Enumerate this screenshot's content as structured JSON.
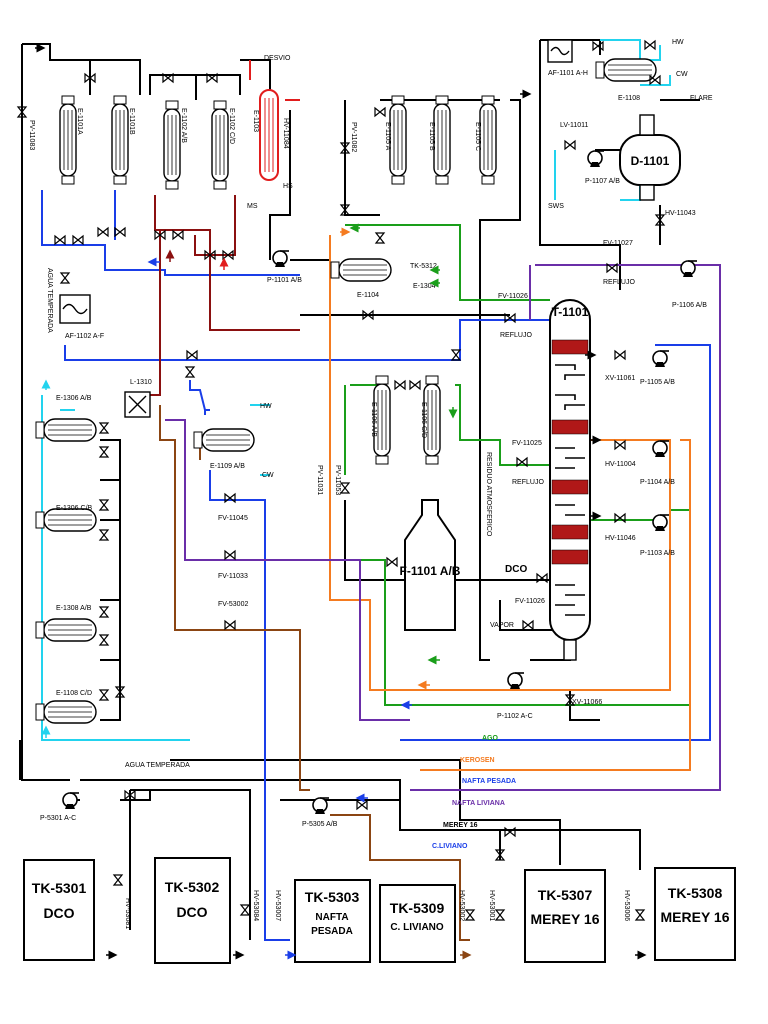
{
  "palette": {
    "line": "#000000",
    "water": "#22d3ee",
    "lgo": "#1a9e1a",
    "kerosene": "#f47b20",
    "heavy_naphtha": "#1a3ee8",
    "light_naphtha": "#6a2ea8",
    "crude": "#8b4513",
    "hot": "#e11d1d",
    "dark_red": "#8b1010"
  },
  "labels": {
    "pv_11083": "PV-11083",
    "e_1101a": "E-1101A",
    "e_1101b": "E-1101B",
    "e_1102ab": "E-1102 A/B",
    "e_1102cd": "E-1102 C/D",
    "e_1103": "E-1103",
    "desvio": "DESVIO",
    "hv_11084": "HV-11084",
    "hs": "HS",
    "ms": "MS",
    "p_1101ab": "P-1101 A/B",
    "pv_11082": "PV-11082",
    "e_1105a": "E-1105 A",
    "e_1105b": "E-1105 B",
    "e_1105c": "E-1105 C",
    "e_1104": "E-1104",
    "tk_5312": "TK-5312",
    "e_1304": "E-1304",
    "af_1101": "AF-1101 A-H",
    "e_1108": "E-1108",
    "hw": "HW",
    "cw": "CW",
    "flare": "FLARE",
    "lv_11011": "LV-11011",
    "sws": "SWS",
    "p_1107": "P-1107 A/B",
    "d_1101": "D-1101",
    "hv_11043": "HV-11043",
    "fv_11027": "FV-11027",
    "reflujo": "REFLUJO",
    "p_1106": "P-1106 A/B",
    "fv_11026": "FV-11026",
    "t_1101": "T-1101",
    "af_1102": "AF-1102 A-F",
    "agua_temperada": "AGUA TEMPERADA",
    "l_1310": "L-1310",
    "e_1306ab": "E-1306 A/B",
    "e_1306cb": "E-1306 C/B",
    "e_1308ab": "E-1308 A/B",
    "e_1108cd": "E-1108 C/D",
    "e_1109ab": "E-1109 A/B",
    "fv_11045": "FV-11045",
    "fv_11033": "FV-11033",
    "fv_53002": "FV-53002",
    "e_1106ab": "E-1106 A/B",
    "e_1106cd": "E-1106 C/D",
    "pv_11031": "PV-11031",
    "pv_11053": "PV-11053",
    "residuo": "RESIDUO ATMOSFERICO",
    "f_1101": "F-1101 A/B",
    "dco": "DCO",
    "xv_11061": "XV-11061",
    "p_1105": "P-1105 A/B",
    "fv_11025": "FV-11025",
    "hv_11004": "HV-11004",
    "p_1104": "P-1104 A/B",
    "hv_11046": "HV-11046",
    "p_1103": "P-1103 A/B",
    "vapor": "VAPOR",
    "p_1102": "P-1102 A-C",
    "xv_11066": "XV-11066",
    "ago": "AGO",
    "kerosen": "KEROSEN",
    "nafta_pesada": "NAFTA PESADA",
    "nafta_liviana": "NAFTA LIVIANA",
    "merey16": "MEREY 16",
    "c_liviano": "C.LIVIANO",
    "p_5301": "P-5301 A-C",
    "p_5305": "P-5305 A/B",
    "hv_53081": "HV-53081",
    "hv_53084": "HV-53084",
    "hv_53007": "HV-53007",
    "hv_53002": "HV-53002",
    "hv_53001": "HV-53001",
    "hv_53006": "HV-53006"
  },
  "tanks": [
    {
      "id": "TK-5301",
      "product": "DCO"
    },
    {
      "id": "TK-5302",
      "product": "DCO"
    },
    {
      "id": "TK-5303",
      "product": "NAFTA",
      "product2": "PESADA"
    },
    {
      "id": "TK-5309",
      "product": "C. LIVIANO"
    },
    {
      "id": "TK-5307",
      "product": "MEREY 16"
    },
    {
      "id": "TK-5308",
      "product": "MEREY 16"
    }
  ]
}
